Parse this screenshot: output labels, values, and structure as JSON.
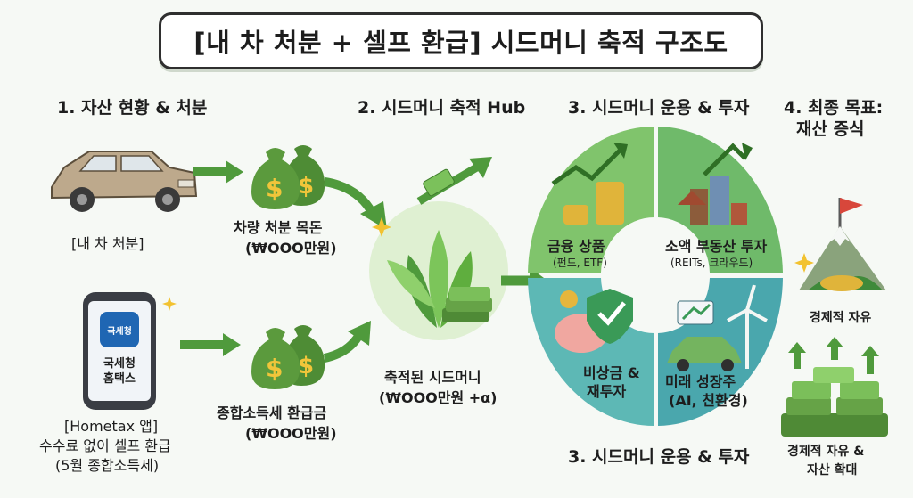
{
  "title": "[내 차 처분 + 셀프 환급] 시드머니 축적 구조도",
  "sections": {
    "s1": "1. 자산 현황 & 처분",
    "s2": "2. 시드머니 축적 Hub",
    "s3_top": "3. 시드머니 운용 & 투자",
    "s3_bottom": "3. 시드머니 운용 & 투자",
    "s4_line1": "4. 최종 목표:",
    "s4_line2": "재산 증식"
  },
  "car": {
    "label": "[내 차 처분]"
  },
  "car_money": {
    "line1": "차량 처분 목돈",
    "line2": "(₩OOO만원)"
  },
  "phone": {
    "icon_text": "국세청",
    "app_line1": "국세청",
    "app_line2": "홈택스",
    "label_line1": "[Hometax 앱]",
    "label_line2": "수수료 없이 셀프 환급",
    "label_line3": "(5월 종합소득세)"
  },
  "refund_money": {
    "line1": "종합소득세 환급금",
    "line2": "(₩OOO만원)"
  },
  "hub": {
    "line1": "축적된 시드머니",
    "line2": "(₩OOO만원 +α)"
  },
  "investments": [
    {
      "title": "금융 상품",
      "sub": "(펀드, ETF)"
    },
    {
      "title": "소액 부동산 투자",
      "sub": "(REITs, 크라우드)"
    },
    {
      "title": "비상금 &",
      "sub": "재투자"
    },
    {
      "title": "미래 성장주",
      "sub": "(AI, 친환경)"
    }
  ],
  "goals": [
    {
      "line1": "경제적 자유"
    },
    {
      "line1": "경제적 자유 &",
      "line2": "자산 확대"
    }
  ],
  "colors": {
    "arrow_green": "#4f9a3c",
    "ring_green": "#7fc36b",
    "ring_teal": "#56b3b5",
    "money_bag": "#5b9a3d",
    "plant_leaf": "#5fae3e"
  }
}
